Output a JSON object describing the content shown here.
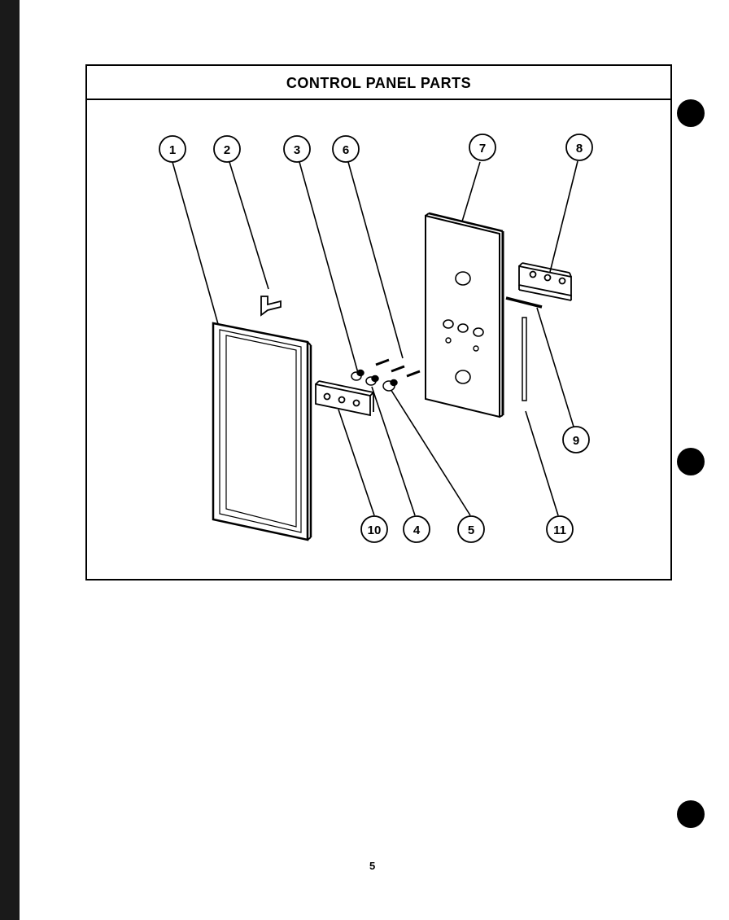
{
  "title": "CONTROL PANEL PARTS",
  "callouts": [
    "1",
    "2",
    "3",
    "6",
    "7",
    "8",
    "9",
    "10",
    "4",
    "5",
    "11"
  ],
  "page_number": "5",
  "colors": {
    "ink": "#000000",
    "paper": "#ffffff"
  }
}
